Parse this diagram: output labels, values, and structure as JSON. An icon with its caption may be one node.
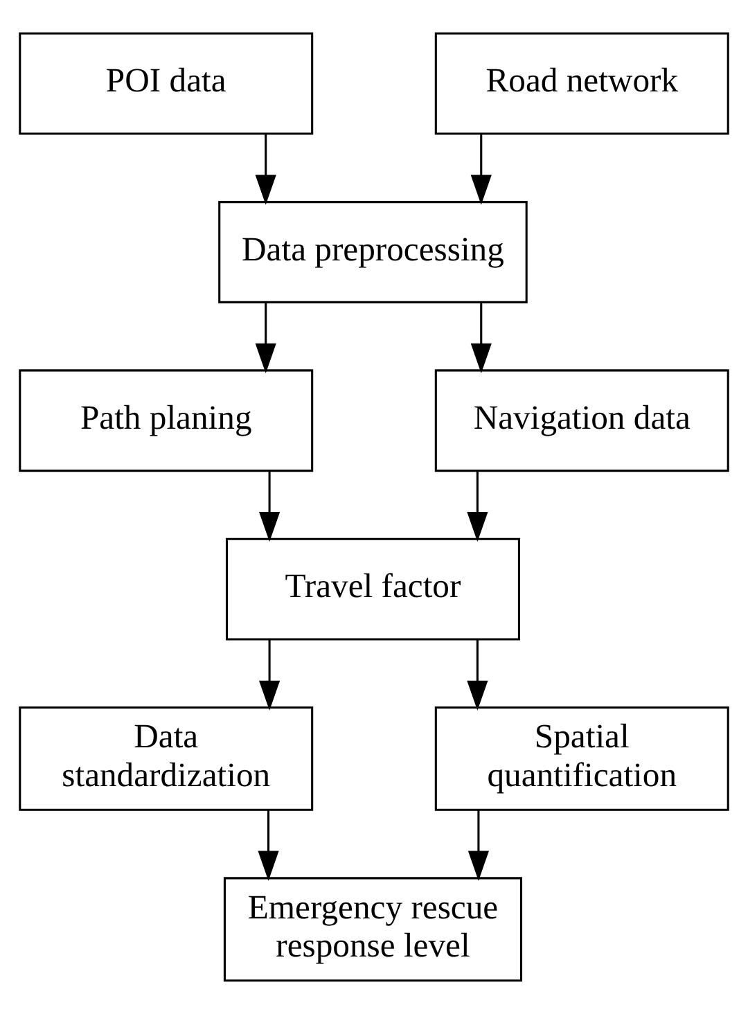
{
  "diagram": {
    "nodes": [
      {
        "text": [
          "POI data"
        ]
      },
      {
        "text": [
          "Road network"
        ]
      },
      {
        "text": [
          "Data preprocessing"
        ]
      },
      {
        "text": [
          "Path planing"
        ]
      },
      {
        "text": [
          "Navigation data"
        ]
      },
      {
        "text": [
          "Travel factor"
        ]
      },
      {
        "text": [
          "Data standardization"
        ]
      },
      {
        "text": [
          "Spatial quantification"
        ]
      },
      {
        "text": [
          "Emergency rescue response level"
        ]
      }
    ],
    "edges": [
      {
        "from": 0,
        "to": 2,
        "arrow": "to"
      },
      {
        "from": 1,
        "to": 2,
        "arrow": "to"
      },
      {
        "from": 2,
        "to": 3,
        "arrow": "to"
      },
      {
        "from": 2,
        "to": 4,
        "arrow": "to"
      },
      {
        "from": 3,
        "to": 5,
        "arrow": "to"
      },
      {
        "from": 4,
        "to": 5,
        "arrow": "to"
      },
      {
        "from": 5,
        "to": 6,
        "arrow": "to"
      },
      {
        "from": 5,
        "to": 7,
        "arrow": "to"
      },
      {
        "from": 6,
        "to": 8,
        "arrow": "to"
      },
      {
        "from": 7,
        "to": 8,
        "arrow": "to"
      }
    ]
  }
}
